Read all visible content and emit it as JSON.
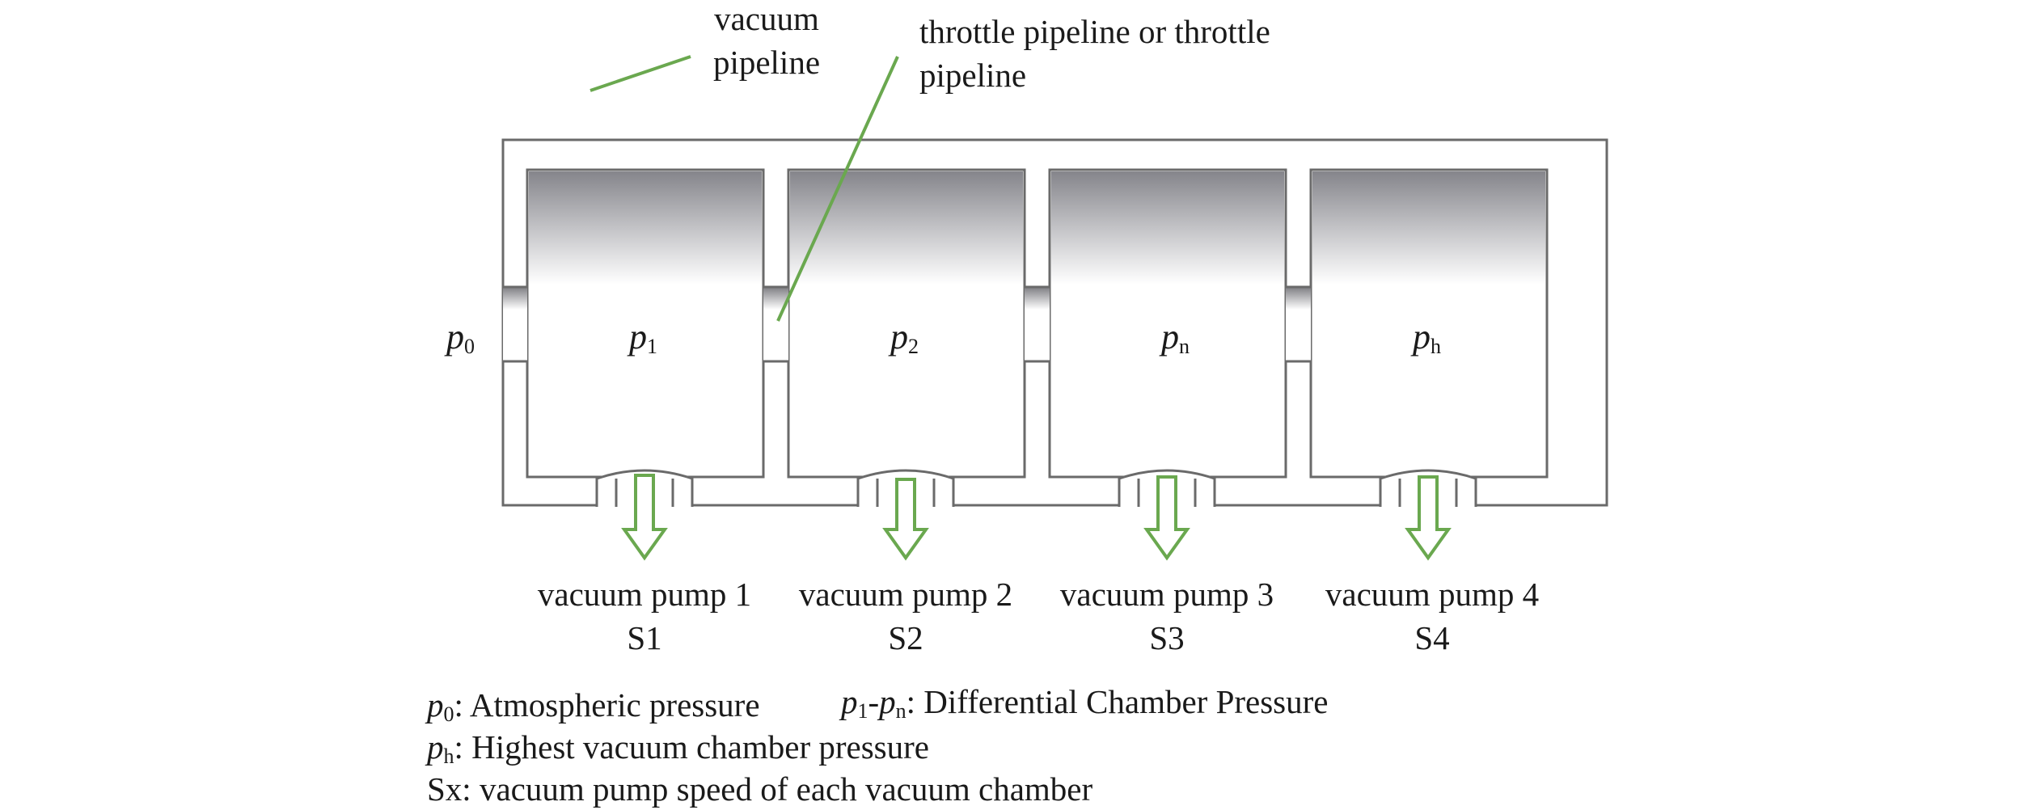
{
  "callouts": {
    "vacuum_pipeline": [
      "vacuum",
      "pipeline"
    ],
    "throttle_pipeline": [
      "throttle pipeline or throttle",
      "pipeline"
    ]
  },
  "pressures": {
    "p0": {
      "symbol": "p",
      "sub": "0"
    },
    "chambers": [
      {
        "symbol": "p",
        "sub": "1"
      },
      {
        "symbol": "p",
        "sub": "2"
      },
      {
        "symbol": "p",
        "sub": "n"
      },
      {
        "symbol": "p",
        "sub": "h"
      }
    ]
  },
  "pumps": [
    {
      "name": "vacuum pump 1",
      "speed": "S1"
    },
    {
      "name": "vacuum pump 2",
      "speed": "S2"
    },
    {
      "name": "vacuum pump 3",
      "speed": "S3"
    },
    {
      "name": "vacuum pump 4",
      "speed": "S4"
    }
  ],
  "legend": {
    "line1a": {
      "sym": "p",
      "sub": "0",
      "text": ": Atmospheric pressure"
    },
    "line1b": {
      "sym1": "p",
      "sub1": "1",
      "dash": "-",
      "sym2": "p",
      "sub2": "n",
      "text": ": Differential Chamber Pressure"
    },
    "line2": {
      "sym": "p",
      "sub": "h",
      "text": ": Highest vacuum chamber pressure"
    },
    "line3": {
      "text": "Sx: vacuum pump speed of each vacuum chamber"
    }
  },
  "colors": {
    "outline": "#6a6a6a",
    "chamber_top": "#8a8a90",
    "arrow": "#6aa84f"
  }
}
